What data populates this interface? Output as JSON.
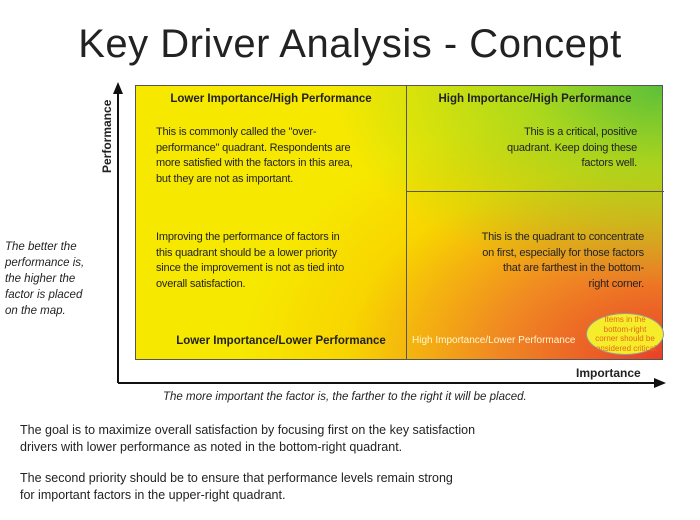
{
  "title": "Key Driver Analysis - Concept",
  "axes": {
    "y_label": "Performance",
    "x_label": "Importance"
  },
  "quadrants": {
    "top_left": {
      "heading": "Lower Importance/High Performance",
      "text": [
        "This is commonly called the \"over-",
        "performance\" quadrant. Respondents are",
        "more satisfied with the factors in this area,",
        "but they are not as important."
      ]
    },
    "top_right": {
      "heading": "High Importance/High Performance",
      "text": [
        "This is a critical, positive",
        "quadrant. Keep doing these",
        "factors well."
      ]
    },
    "bottom_left": {
      "heading": "Lower Importance/Lower Performance",
      "text": [
        "Improving the performance of factors in",
        "this quadrant should be a lower priority",
        "since the improvement is not as tied into",
        "overall satisfaction."
      ]
    },
    "bottom_right": {
      "heading": "High Importance/Lower Performance",
      "text": [
        "This is the quadrant to concentrate",
        "on first, especially for those factors",
        "that are farthest in the bottom-",
        "right corner."
      ],
      "callout": [
        "Items in the",
        "bottom-right",
        "corner should be",
        "considered critical."
      ]
    }
  },
  "side_note": [
    "The better the",
    "performance is,",
    "the higher the",
    "factor is placed",
    "on the map."
  ],
  "x_note": "The more important the factor is, the farther to the right it will be placed.",
  "paragraphs": [
    [
      "The goal is to maximize overall satisfaction by focusing first on the key satisfaction",
      "drivers with lower performance as noted in the bottom-right quadrant."
    ],
    [
      "The second priority should be to ensure that performance levels remain strong",
      "for important factors in the upper-right quadrant."
    ]
  ]
}
